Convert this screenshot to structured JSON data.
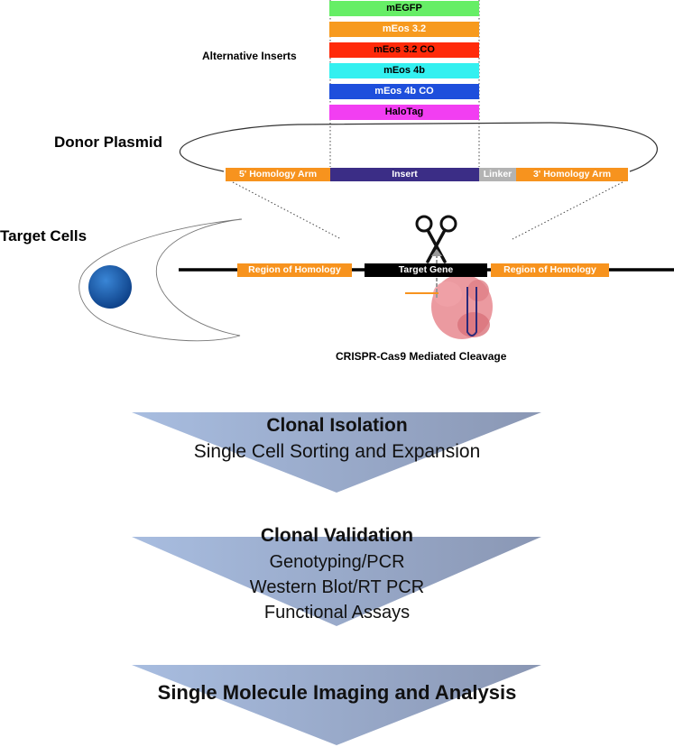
{
  "inserts": {
    "title": "Alternative Inserts",
    "items": [
      {
        "label": "mEGFP",
        "color": "#66ee66",
        "text_color": "#000000"
      },
      {
        "label": "mEos 3.2",
        "color": "#f79a1e",
        "text_color": "#ffffff"
      },
      {
        "label": "mEos 3.2 CO",
        "color": "#ff2a0a",
        "text_color": "#000000"
      },
      {
        "label": "mEos 4b",
        "color": "#33f0f0",
        "text_color": "#000000"
      },
      {
        "label": "mEos 4b CO",
        "color": "#1e4fdc",
        "text_color": "#ffffff"
      },
      {
        "label": "HaloTag",
        "color": "#f23ef2",
        "text_color": "#000000"
      }
    ]
  },
  "donor_plasmid": {
    "title": "Donor Plasmid",
    "segments": {
      "left_arm": "5' Homology Arm",
      "insert": "Insert",
      "linker": "Linker",
      "right_arm": "3' Homology Arm"
    },
    "colors": {
      "arm": "#f7931e",
      "insert": "#3b2d86",
      "linker": "#b3b3b3"
    }
  },
  "target": {
    "title": "Target Cells",
    "left_region": "Region of Homology",
    "gene": "Target Gene",
    "right_region": "Region of Homology",
    "caption": "CRISPR-Cas9 Mediated Cleavage",
    "nucleus_color": "#1b5fb0",
    "protein_color": "#e8888f"
  },
  "steps": [
    {
      "title": "Clonal Isolation",
      "lines": [
        "Single Cell Sorting and Expansion"
      ]
    },
    {
      "title": "Clonal Validation",
      "lines": [
        "Genotyping/PCR",
        "Western Blot/RT PCR",
        "Functional Assays"
      ]
    },
    {
      "title": "Single Molecule Imaging and Analysis",
      "lines": []
    }
  ],
  "arrow_colors": {
    "left": "#a8bde0",
    "right": "#8a97b4"
  }
}
